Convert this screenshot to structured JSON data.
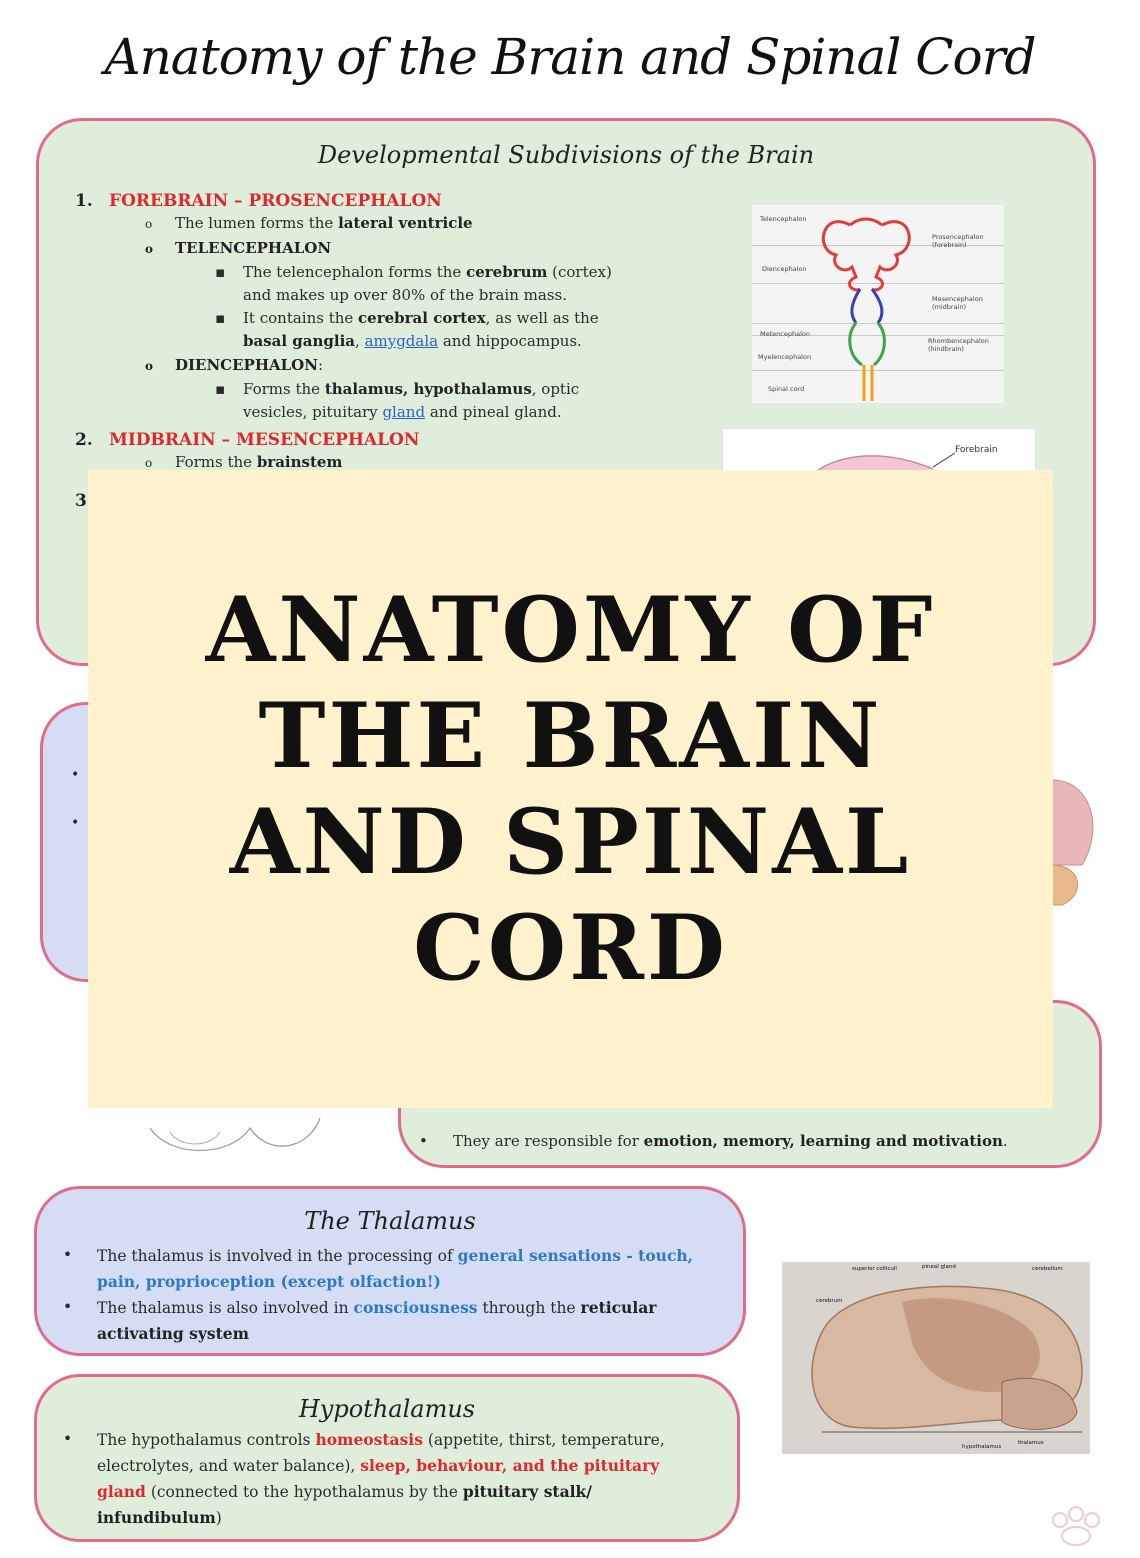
{
  "page_title": "Anatomy of the Brain and Spinal Cord",
  "dev_section": {
    "title": "Developmental Subdivisions of the Brain",
    "items": [
      {
        "number": "1.",
        "heading": "FOREBRAIN – PROSENCEPHALON",
        "line1_pre": "The lumen forms the ",
        "line1_bold": "lateral ventricle",
        "sub1_heading": "TELENCEPHALON",
        "tel_b1_pre": "The telencephalon forms the ",
        "tel_b1_bold": "cerebrum",
        "tel_b1_post": " (cortex)",
        "tel_b1_line2": "and makes up over 80% of the brain mass.",
        "tel_b2_pre": "It contains the ",
        "tel_b2_bold": "cerebral cortex",
        "tel_b2_post": ", as well as the",
        "tel_b2_line2_bold": "basal ganglia",
        "tel_b2_line2_sep": ", ",
        "tel_b2_line2_under": "amygdala",
        "tel_b2_line2_post": " and hippocampus.",
        "sub2_heading": "DIENCEPHALON",
        "sub2_colon": ":",
        "die_pre": "Forms the ",
        "die_bold": "thalamus, hypothalamus",
        "die_post": ", optic",
        "die_line2_pre": "vesicles, pituitary ",
        "die_line2_under": "gland",
        "die_line2_post": " and pineal gland."
      },
      {
        "number": "2.",
        "heading": "MIDBRAIN – MESENCEPHALON",
        "line1_pre": "Forms the ",
        "line1_bold": "brainstem"
      },
      {
        "number": "3."
      }
    ],
    "diagram_labels": {
      "telencephalon": "Telencephalon",
      "diencephalon": "Diencephalon",
      "metencephalon": "Metencephalon",
      "myelencephalon": "Myelencephalon",
      "spinal_cord": "Spinal cord",
      "prosencephalon": "Prosencephalon (forebrain)",
      "mesencephalon": "Mesencephalon (midbrain)",
      "rhombencephalon": "Rhombencephalon (hindbrain)"
    },
    "forebrain_label": "Forebrain"
  },
  "overlay_banner": "ANATOMY OF\nTHE BRAIN\nAND SPINAL\nCORD",
  "limbic_box": {
    "bullet_pre": "They are responsible for ",
    "bullet_bold": "emotion, memory, learning and motivation",
    "bullet_post": "."
  },
  "thalamus_box": {
    "title": "The Thalamus",
    "b1_pre": "The thalamus is involved in the processing of ",
    "b1_blue": "general sensations - touch,",
    "b1_line2_blue": "pain, proprioception (except olfaction!)",
    "b2_pre": "The thalamus is also involved in ",
    "b2_blue": "consciousness",
    "b2_mid": " through the ",
    "b2_bold": "reticular",
    "b2_line2_bold": "activating system"
  },
  "hypothalamus_box": {
    "title": "Hypothalamus",
    "l1_pre": "The hypothalamus  controls ",
    "l1_red": "homeostasis",
    "l1_post": " (appetite, thirst, temperature,",
    "l2_pre": "electrolytes, and water balance), ",
    "l2_red": "sleep, behaviour, and the pituitary",
    "l3_red": "gland",
    "l3_mid": " (connected to the hypothalamus by the ",
    "l3_bold": "pituitary stalk/",
    "l4_bold": "infundibulum",
    "l4_post": ")"
  },
  "photo_labels": {
    "superior_colliculi": "superior colliculi",
    "pineal_gland": "pineal gland",
    "cerebellum": "cerebellum",
    "cerebrum": "cerebrum",
    "hypothalamus": "hypothalamus",
    "thalamus": "thalamus"
  },
  "colors": {
    "border_pink": "#e06c8a",
    "green_fill": "#dfeedb",
    "blue_fill": "#d4ddf3",
    "overlay_fill": "#fff2cc",
    "red_text": "#e0262e",
    "blue_text": "#2e79c6"
  }
}
